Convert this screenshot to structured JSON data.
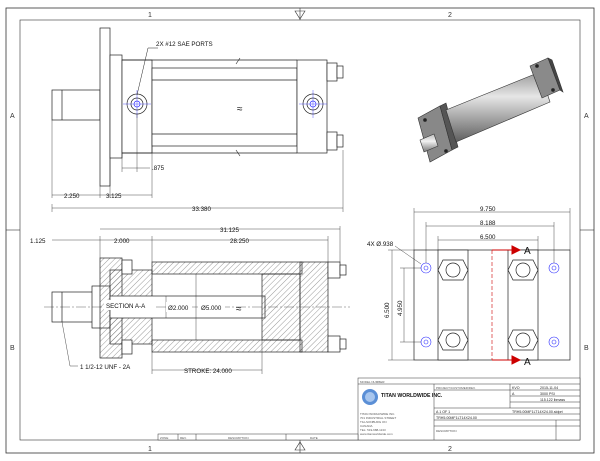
{
  "zones": {
    "top": [
      "1",
      "2"
    ],
    "bottom": [
      "1",
      "2"
    ],
    "left": [
      "A",
      "B"
    ],
    "right": [
      "A",
      "B"
    ]
  },
  "side_view": {
    "ports_note": "2X #12 SAE PORTS",
    "dim_875": ".875",
    "dim_2250": "2.250",
    "dim_3125": "3.125",
    "dim_33380": "33.380"
  },
  "section_view": {
    "section_label": "SECTION A-A",
    "dia_rod": "Ø2.000",
    "dia_bore": "Ø5.000",
    "dim_1125": "1.125",
    "dim_2000": "2.000",
    "dim_31125": "31.125",
    "dim_28250": "28.250",
    "thread_note": "1 1/2-12 UNF - 2A",
    "stroke": "STROKE: 24.000"
  },
  "end_view": {
    "dim_9750": "9.750",
    "dim_8188": "8.188",
    "dim_6500_h": "6.500",
    "hole_note": "4X Ø.938",
    "dim_6500_v": "6.500",
    "dim_4950": "4.950",
    "section_marker": "A"
  },
  "title_block": {
    "model_number_label": "MODEL NUMBER:",
    "company": "TITAN WORLDWIDE INC.",
    "project_label": "PROJECT/CUSTOMER/REV.",
    "created_by": "KVO",
    "date": "2015-11-04",
    "revision": "A",
    "pressure": "3000 PSI",
    "weight": "115.122 lbmass",
    "size_scale": "A    1 OF 1",
    "file_name": "TRH5.00MF1LT14X24.00.sldprt",
    "part_number": "TRH5.00MF1LT14X24.00",
    "address": [
      "TITAN WORLDWIDE INC.",
      "701 INDUSTRIAL STREET",
      "TILLSONBURG ON",
      "CANADA",
      "TEL: 519-688-1133",
      "www.titanworldwide.com"
    ],
    "description_label": "DESCRIPTION"
  },
  "revision_table": [
    "ZONE",
    "REV.",
    "DESCRIPTION",
    "DATE"
  ]
}
